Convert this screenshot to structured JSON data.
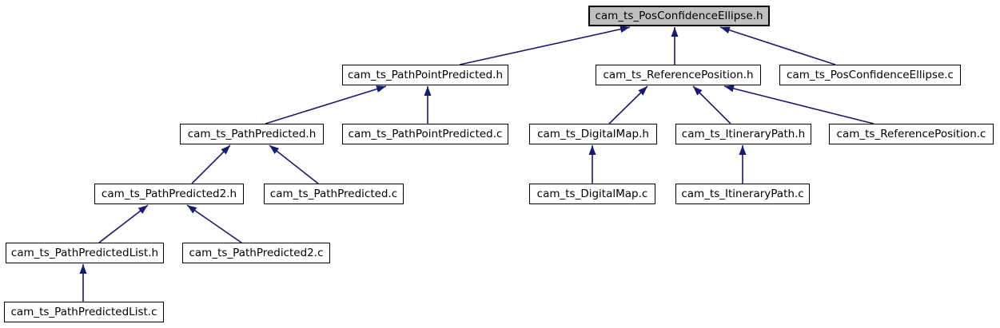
{
  "diagram": {
    "kind": "include-dependency-graph",
    "orientation": "arrows point upward from dependent file to included header",
    "edge_color": "#191970",
    "node_border_color": "#000000",
    "node_fill": "#ffffff",
    "highlight_fill": "#bfbfbf",
    "background": "#ffffff",
    "nodes": {
      "pos_confidence_ellipse_h": "cam_ts_PosConfidenceEllipse.h",
      "path_point_predicted_h": "cam_ts_PathPointPredicted.h",
      "reference_position_h": "cam_ts_ReferencePosition.h",
      "pos_confidence_ellipse_c": "cam_ts_PosConfidenceEllipse.c",
      "path_predicted_h": "cam_ts_PathPredicted.h",
      "path_point_predicted_c": "cam_ts_PathPointPredicted.c",
      "digital_map_h": "cam_ts_DigitalMap.h",
      "itinerary_path_h": "cam_ts_ItineraryPath.h",
      "reference_position_c": "cam_ts_ReferencePosition.c",
      "path_predicted2_h": "cam_ts_PathPredicted2.h",
      "path_predicted_c": "cam_ts_PathPredicted.c",
      "digital_map_c": "cam_ts_DigitalMap.c",
      "itinerary_path_c": "cam_ts_ItineraryPath.c",
      "path_predicted_list_h": "cam_ts_PathPredictedList.h",
      "path_predicted2_c": "cam_ts_PathPredicted2.c",
      "path_predicted_list_c": "cam_ts_PathPredictedList.c"
    },
    "highlighted_node": "pos_confidence_ellipse_h",
    "edges": [
      {
        "from": "path_point_predicted_h",
        "to": "pos_confidence_ellipse_h"
      },
      {
        "from": "reference_position_h",
        "to": "pos_confidence_ellipse_h"
      },
      {
        "from": "pos_confidence_ellipse_c",
        "to": "pos_confidence_ellipse_h"
      },
      {
        "from": "path_predicted_h",
        "to": "path_point_predicted_h"
      },
      {
        "from": "path_point_predicted_c",
        "to": "path_point_predicted_h"
      },
      {
        "from": "digital_map_h",
        "to": "reference_position_h"
      },
      {
        "from": "itinerary_path_h",
        "to": "reference_position_h"
      },
      {
        "from": "reference_position_c",
        "to": "reference_position_h"
      },
      {
        "from": "path_predicted2_h",
        "to": "path_predicted_h"
      },
      {
        "from": "path_predicted_c",
        "to": "path_predicted_h"
      },
      {
        "from": "digital_map_c",
        "to": "digital_map_h"
      },
      {
        "from": "itinerary_path_c",
        "to": "itinerary_path_h"
      },
      {
        "from": "path_predicted_list_h",
        "to": "path_predicted2_h"
      },
      {
        "from": "path_predicted2_c",
        "to": "path_predicted2_h"
      },
      {
        "from": "path_predicted_list_c",
        "to": "path_predicted_list_h"
      }
    ]
  }
}
